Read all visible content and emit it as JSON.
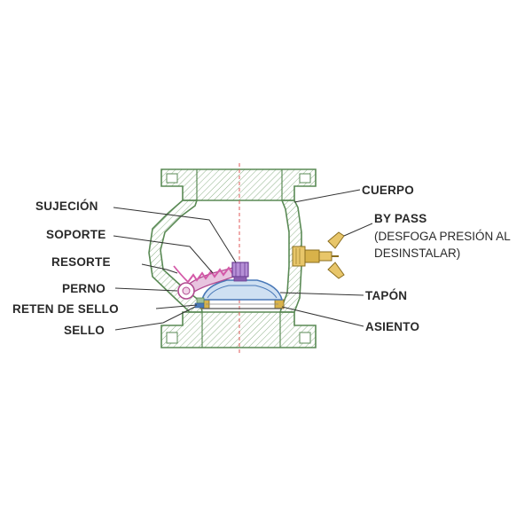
{
  "labels": {
    "sujecion": "SUJECIÓN",
    "soporte": "SOPORTE",
    "resorte": "RESORTE",
    "perno": "PERNO",
    "reten_de_sello": "RETEN DE SELLO",
    "sello": "SELLO",
    "cuerpo": "CUERPO",
    "by_pass": "BY PASS",
    "by_pass_note_1": "(DESFOGA PRESIÓN AL",
    "by_pass_note_2": "DESINSTALAR)",
    "tapon": "TAPÓN",
    "asiento": "ASIENTO"
  },
  "colors": {
    "body_outline": "#5a8a55",
    "body_fill": "#dfe9d8",
    "hatch": "#8fb38a",
    "spring": "#d45aa8",
    "disc": "#4a79b8",
    "disc_fill": "#cfe0f2",
    "fastener": "#8a5fb0",
    "bypass": "#c9a23a",
    "seat": "#d8b24a",
    "centerline": "#e05a5a"
  }
}
